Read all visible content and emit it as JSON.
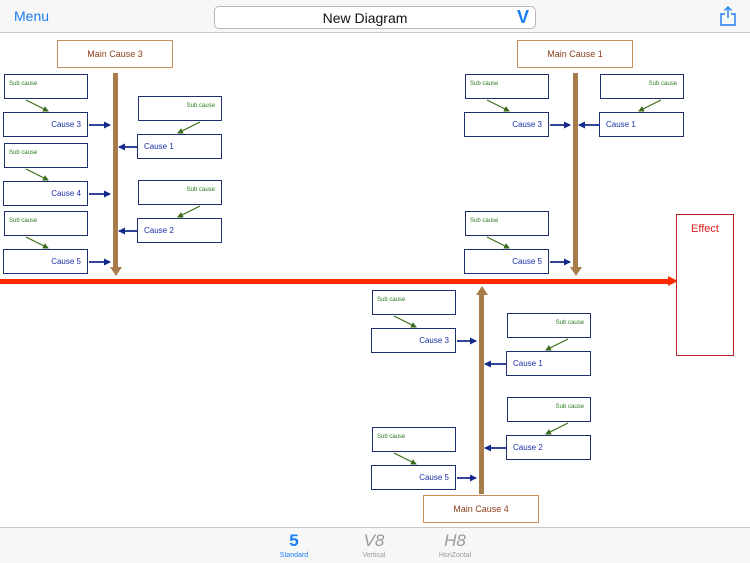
{
  "header": {
    "menu_label": "Menu",
    "title": "New Diagram",
    "title_toggle": "V"
  },
  "diagram": {
    "effect": "Effect",
    "main_causes": {
      "m3": "Main Cause 3",
      "m1": "Main Cause 1",
      "m4": "Main Cause 4"
    },
    "causes": {
      "cause_1": "Cause 1",
      "cause_2": "Cause 2",
      "cause_3": "Cause 3",
      "cause_4": "Cause 4",
      "cause_5": "Cause 5"
    },
    "sub_cause": "Sub cause"
  },
  "tabs": [
    {
      "glyph": "5",
      "label": "Standard"
    },
    {
      "glyph": "V8",
      "label": "Vertical"
    },
    {
      "glyph": "H8",
      "label": "HoriZontal"
    }
  ],
  "colors": {
    "accent": "#1a7ef2",
    "spine": "#ff2a00",
    "bone": "#a87c4a",
    "cause_border": "#1e2f70",
    "sub_cause_text": "#2a7a20",
    "effect_text": "#e02020"
  }
}
